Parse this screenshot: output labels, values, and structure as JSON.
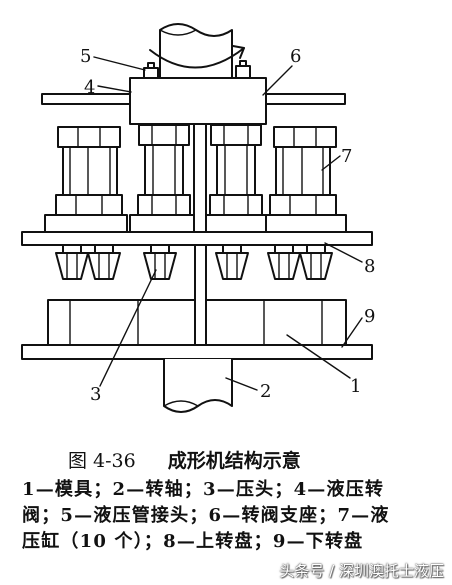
{
  "figure": {
    "callouts": [
      "1",
      "2",
      "3",
      "4",
      "5",
      "6",
      "7",
      "8",
      "9"
    ],
    "caption": {
      "number": "图 4-36",
      "title": "成形机结构示意"
    },
    "legend_lines": [
      "1—模具；2—转轴；3—压头；4—液压转",
      "阀；5—液压管接头；6—转阀支座；7—液",
      "压缸（10 个）；8—上转盘；9—下转盘"
    ]
  },
  "watermark": {
    "text": "头条号 / 深圳澳托士液压"
  }
}
